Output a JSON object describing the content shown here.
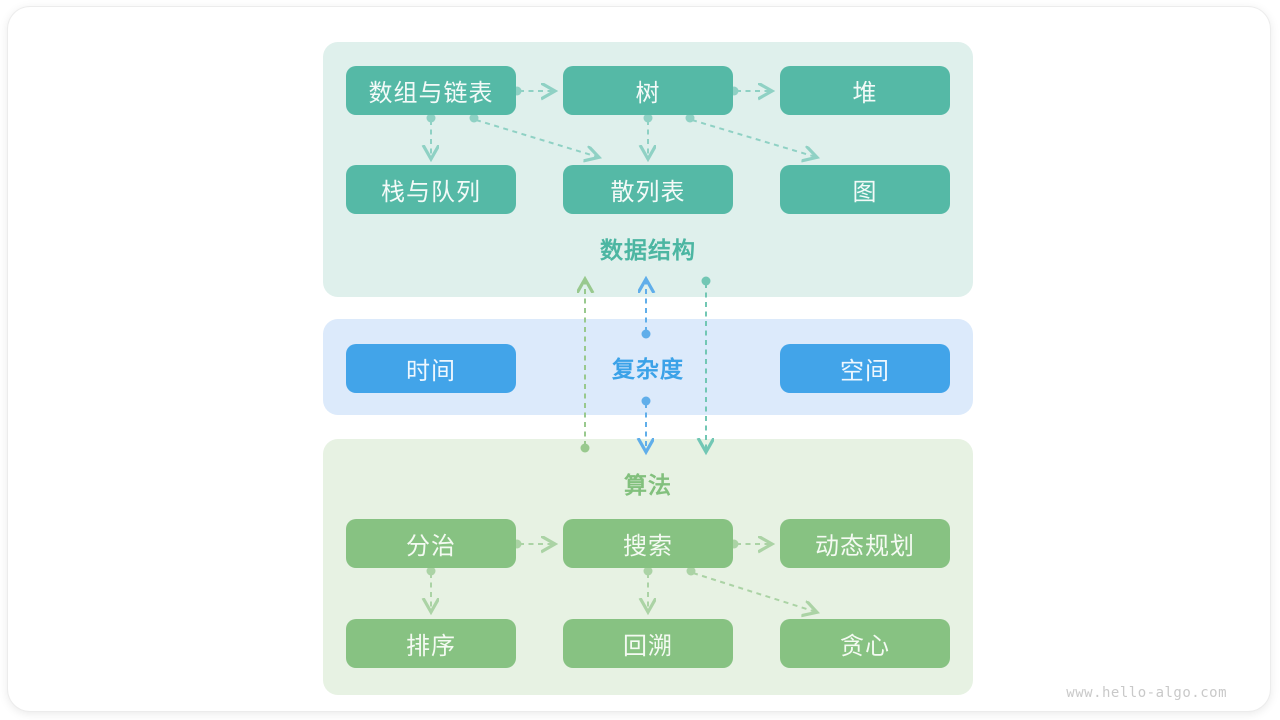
{
  "watermark": "www.hello-algo.com",
  "sections": {
    "data_structures": {
      "title": "数据结构",
      "boxes": [
        "数组与链表",
        "树",
        "堆",
        "栈与队列",
        "散列表",
        "图"
      ]
    },
    "complexity": {
      "title": "复杂度",
      "boxes": [
        "时间",
        "空间"
      ]
    },
    "algorithms": {
      "title": "算法",
      "boxes": [
        "分治",
        "搜索",
        "动态规划",
        "排序",
        "回溯",
        "贪心"
      ]
    }
  },
  "edges": [
    {
      "from": "数组与链表",
      "to": "树"
    },
    {
      "from": "树",
      "to": "堆"
    },
    {
      "from": "数组与链表",
      "to": "栈与队列"
    },
    {
      "from": "数组与链表",
      "to": "散列表"
    },
    {
      "from": "树",
      "to": "散列表"
    },
    {
      "from": "树",
      "to": "图"
    },
    {
      "from": "算法",
      "to": "数据结构"
    },
    {
      "from": "复杂度",
      "to": "数据结构"
    },
    {
      "from": "复杂度",
      "to": "算法"
    },
    {
      "from": "数据结构",
      "to": "算法"
    },
    {
      "from": "分治",
      "to": "搜索"
    },
    {
      "from": "搜索",
      "to": "动态规划"
    },
    {
      "from": "分治",
      "to": "排序"
    },
    {
      "from": "搜索",
      "to": "回溯"
    },
    {
      "from": "搜索",
      "to": "贪心"
    }
  ],
  "colors": {
    "ds_box": "#55b9a6",
    "ds_panel": "#dff0ec",
    "ds_title": "#4cb6a2",
    "cx_box": "#42a4e9",
    "cx_panel": "#dceafb",
    "cx_title": "#3ba2e8",
    "al_box": "#87c282",
    "al_panel": "#e7f2e3",
    "al_title": "#82c07d",
    "arrow_teal": "#8fd1c4",
    "arrow_green": "#abd3a5",
    "link_algo_to_ds": "#99c98e",
    "link_complexity": "#60aeea",
    "link_ds_to_algo": "#72c7b4",
    "watermark_text": "#c9c9c9"
  }
}
